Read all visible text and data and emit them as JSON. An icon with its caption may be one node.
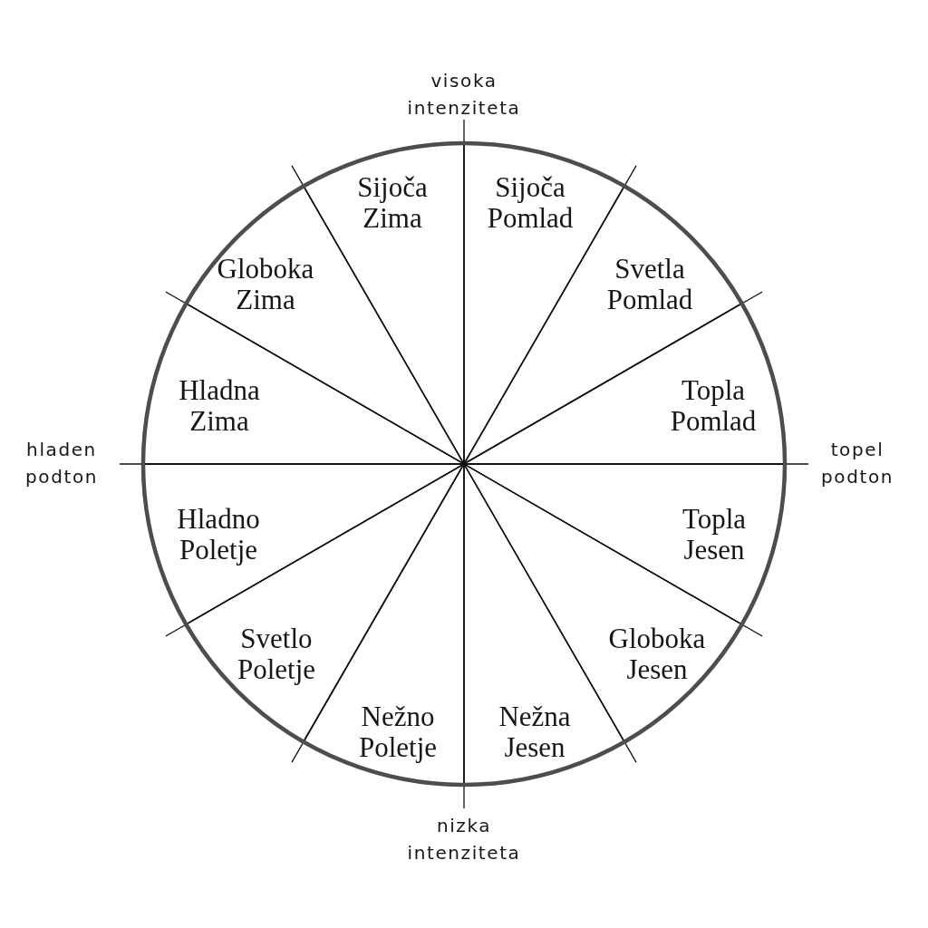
{
  "diagram": {
    "nodes": [
      {
        "text": [
          "Sijoča Zima"
        ]
      },
      {
        "text": [
          "Sijoča Pomlad"
        ]
      },
      {
        "text": [
          "Globoka Zima"
        ]
      },
      {
        "text": [
          "Svetla Pomlad"
        ]
      },
      {
        "text": [
          "Hladna Zima"
        ]
      },
      {
        "text": [
          "Topla Pomlad"
        ]
      },
      {
        "text": [
          "Hladno Poletje"
        ]
      },
      {
        "text": [
          "Topla Jesen"
        ]
      },
      {
        "text": [
          "Svetlo Poletje"
        ]
      },
      {
        "text": [
          "Globoka Jesen"
        ]
      },
      {
        "text": [
          "Nežno Poletje"
        ]
      },
      {
        "text": [
          "Nežna Jesen"
        ]
      }
    ],
    "labels": [
      "visoka intenziteta",
      "hladen podton",
      "topel podton",
      "nizka intenziteta"
    ]
  }
}
